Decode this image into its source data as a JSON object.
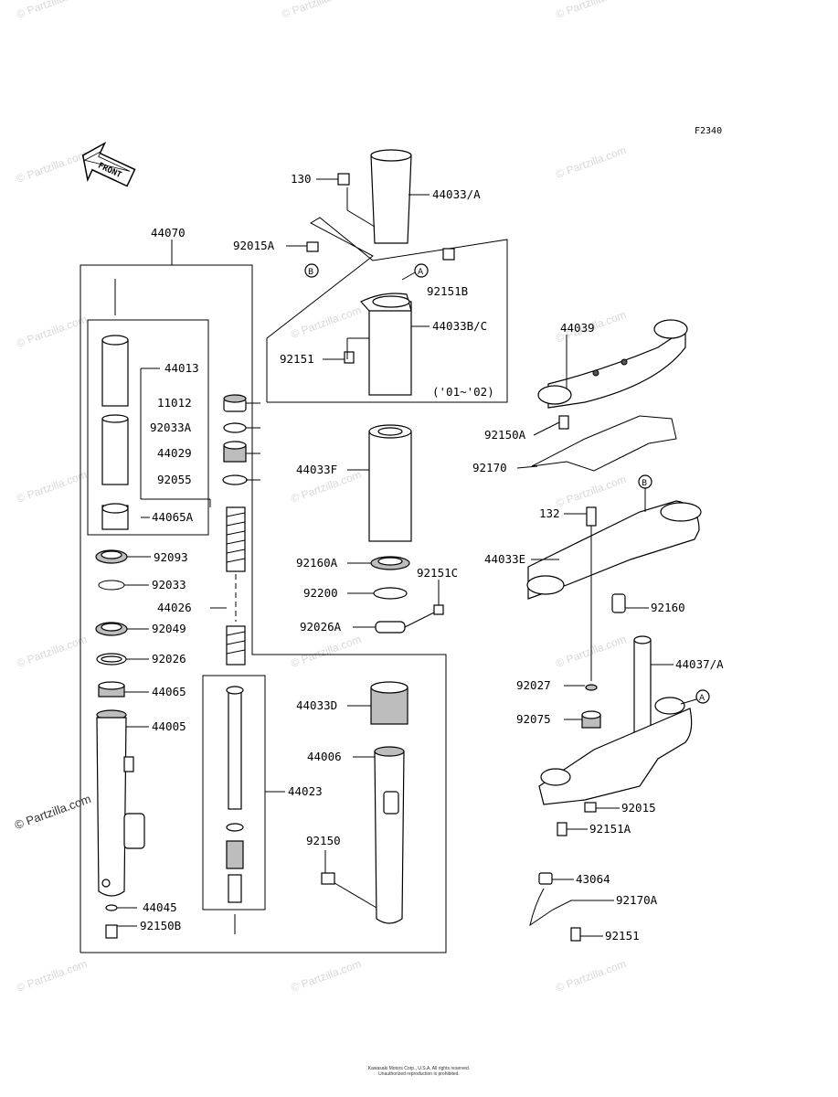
{
  "diagram_code": "F2340",
  "front_label": "FRONT",
  "watermark_text": "© Partzilla.com",
  "side_watermark": "© Partzilla.com",
  "year_note": "('01~'02)",
  "copyright_line1": "Kawasaki Motors Corp., U.S.A. All rights reserved.",
  "copyright_line2": "Unauthorized reproduction is prohibited.",
  "ref_markers": {
    "a": "A",
    "b": "B"
  },
  "labels": {
    "p44070": "44070",
    "p44013": "44013",
    "p11012": "11012",
    "p92033A": "92033A",
    "p44029": "44029",
    "p92055": "92055",
    "p44065A": "44065A",
    "p92093": "92093",
    "p92033": "92033",
    "p44026": "44026",
    "p92049": "92049",
    "p92026": "92026",
    "p44065": "44065",
    "p44005": "44005",
    "p44023": "44023",
    "p44045": "44045",
    "p92150B": "92150B",
    "p130": "130",
    "p44033A": "44033/A",
    "p92015A": "92015A",
    "p92151B": "92151B",
    "p44033BC": "44033B/C",
    "p92151": "92151",
    "p44033F": "44033F",
    "p92160A": "92160A",
    "p92200": "92200",
    "p92151C": "92151C",
    "p92026A": "92026A",
    "p44033D": "44033D",
    "p44006": "44006",
    "p92150": "92150",
    "p44039": "44039",
    "p92150A": "92150A",
    "p92170": "92170",
    "p132": "132",
    "p44033E": "44033E",
    "p92160": "92160",
    "p44037A": "44037/A",
    "p92027": "92027",
    "p92075": "92075",
    "p92015": "92015",
    "p92151A": "92151A",
    "p43064": "43064",
    "p92170A": "92170A",
    "p92151b2": "92151"
  }
}
